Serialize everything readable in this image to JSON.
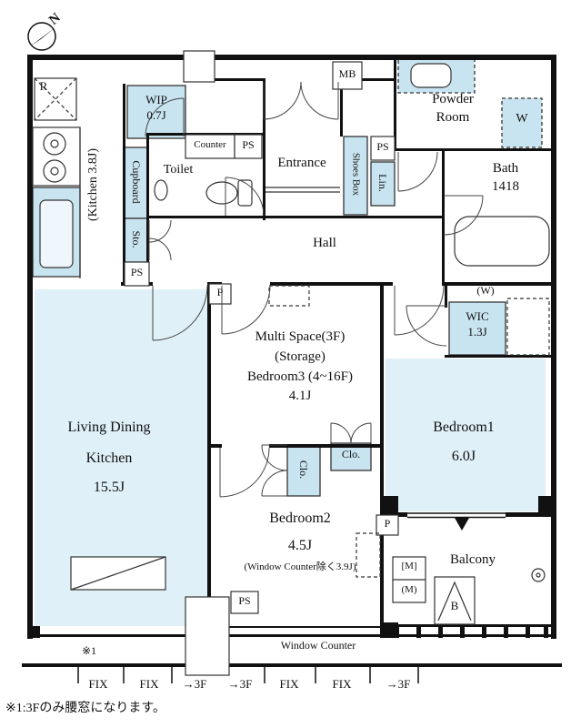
{
  "compass": {
    "north": "N"
  },
  "rooms": {
    "ldk_line1": "Living Dining",
    "ldk_line2": "Kitchen",
    "ldk_size": "15.5J",
    "kitchen_vertical": "(Kitchen 3.8J)",
    "bedroom1": "Bedroom1",
    "bedroom1_size": "6.0J",
    "bedroom2": "Bedroom2",
    "bedroom2_size": "4.5J",
    "bedroom2_note": "(Window Counter除く3.9J)",
    "multi_space": "Multi Space(3F)\n(Storage)\nBedroom3 (4~16F)\n4.1J",
    "hall": "Hall",
    "entrance": "Entrance",
    "toilet": "Toilet",
    "powder_room": "Powder\nRoom",
    "bath": "Bath\n1418",
    "balcony": "Balcony",
    "wic": "WIC\n1.3J",
    "wip": "WIP\n0.7J"
  },
  "fixtures": {
    "refrigerator": "R",
    "washer": "W",
    "washer_alt": "(W)",
    "meter_box": "MB",
    "counter": "Counter",
    "shoes_box": "Shoes Box",
    "linen": "Lin.",
    "cupboard": "Cupboard",
    "storage": "Sto.",
    "closet": "Clo.",
    "pipe_space": "PS",
    "pillar": "P",
    "window_counter": "Window Counter",
    "meter_upper": "[M]",
    "meter_lower": "(M)",
    "hatch": "B"
  },
  "windows": {
    "bottom_row": [
      "FIX",
      "FIX",
      "→3F",
      "→3F",
      "FIX",
      "FIX",
      "→3F"
    ],
    "note_marker": "※1"
  },
  "footnote": "※1:3Fのみ腰窓になります。",
  "colors": {
    "fixture_fill": "#c9e4f1",
    "floor_fill": "#dff0f8",
    "line": "#111111"
  }
}
